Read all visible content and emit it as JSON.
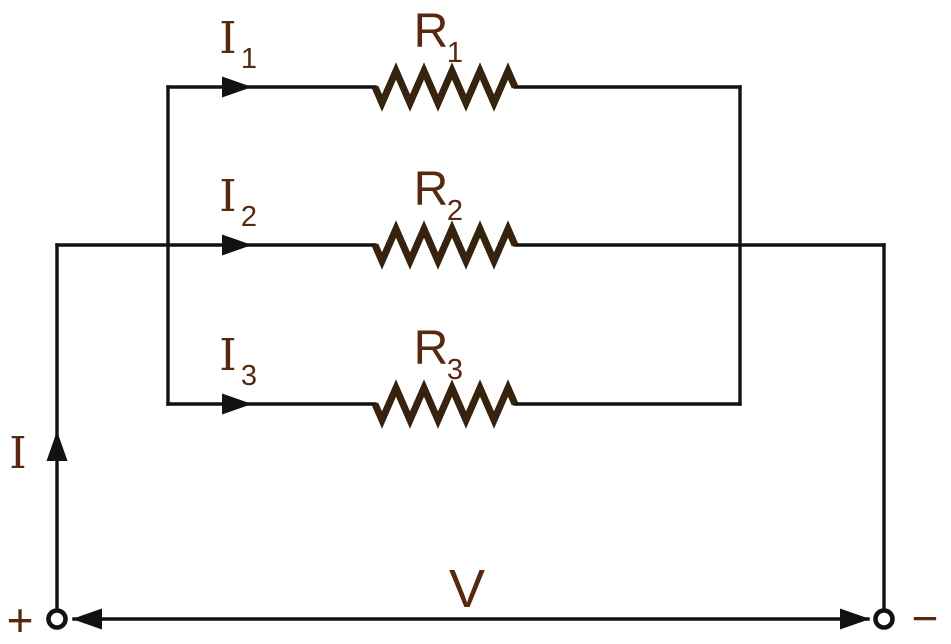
{
  "figure": {
    "background_color": "#ffffff",
    "wire_color": "#121212",
    "label_color": "#58280f",
    "resistor_color": "#36220f",
    "branches": [
      {
        "current": "I",
        "current_subscript": "1",
        "resistor": "R",
        "resistor_subscript": "1"
      },
      {
        "current": "I",
        "current_subscript": "2",
        "resistor": "R",
        "resistor_subscript": "2"
      },
      {
        "current": "I",
        "current_subscript": "3",
        "resistor": "R",
        "resistor_subscript": "3"
      }
    ],
    "total_current_label": "I",
    "voltage_label": "V",
    "positive_terminal_label": "+",
    "negative_terminal_label": "−"
  }
}
